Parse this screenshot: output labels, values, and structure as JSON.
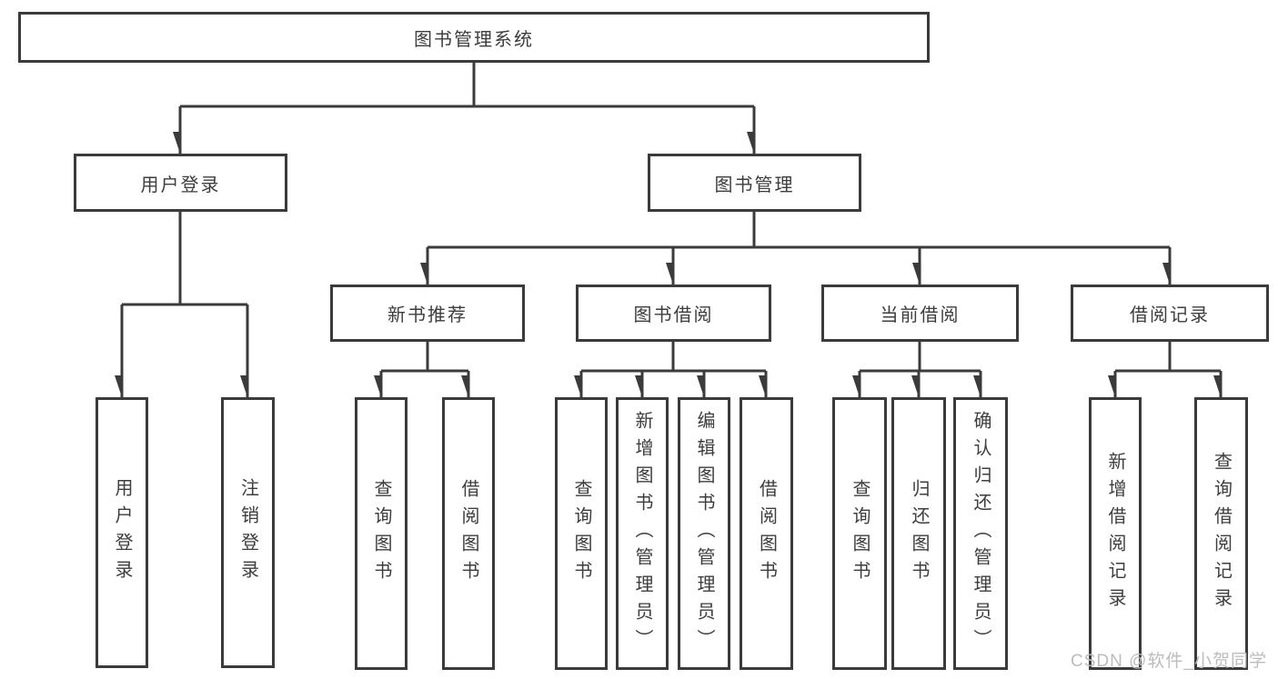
{
  "diagram": {
    "root": {
      "label": "图书管理系统"
    },
    "level2": [
      {
        "label": "用户登录"
      },
      {
        "label": "图书管理"
      }
    ],
    "level3": [
      {
        "label": "新书推荐"
      },
      {
        "label": "图书借阅"
      },
      {
        "label": "当前借阅"
      },
      {
        "label": "借阅记录"
      }
    ],
    "leaves": {
      "userLogin": [
        {
          "label": "用户登录"
        },
        {
          "label": "注销登录"
        }
      ],
      "newBookRec": [
        {
          "label": "查询图书"
        },
        {
          "label": "借阅图书"
        }
      ],
      "bookBorrow": [
        {
          "label": "查询图书"
        },
        {
          "label": "新增图书（管理员）"
        },
        {
          "label": "编辑图书（管理员）"
        },
        {
          "label": "借阅图书"
        }
      ],
      "currentBorrow": [
        {
          "label": "查询图书"
        },
        {
          "label": "归还图书"
        },
        {
          "label": "确认归还（管理员）"
        }
      ],
      "borrowRecords": [
        {
          "label": "新增借阅记录"
        },
        {
          "label": "查询借阅记录"
        }
      ]
    }
  },
  "watermark": {
    "text": "CSDN @软件_小贺同学"
  },
  "colors": {
    "line": "#3b3b3b",
    "text": "#3d3d3d",
    "background": "#ffffff",
    "watermark": "#bcbcbc"
  }
}
